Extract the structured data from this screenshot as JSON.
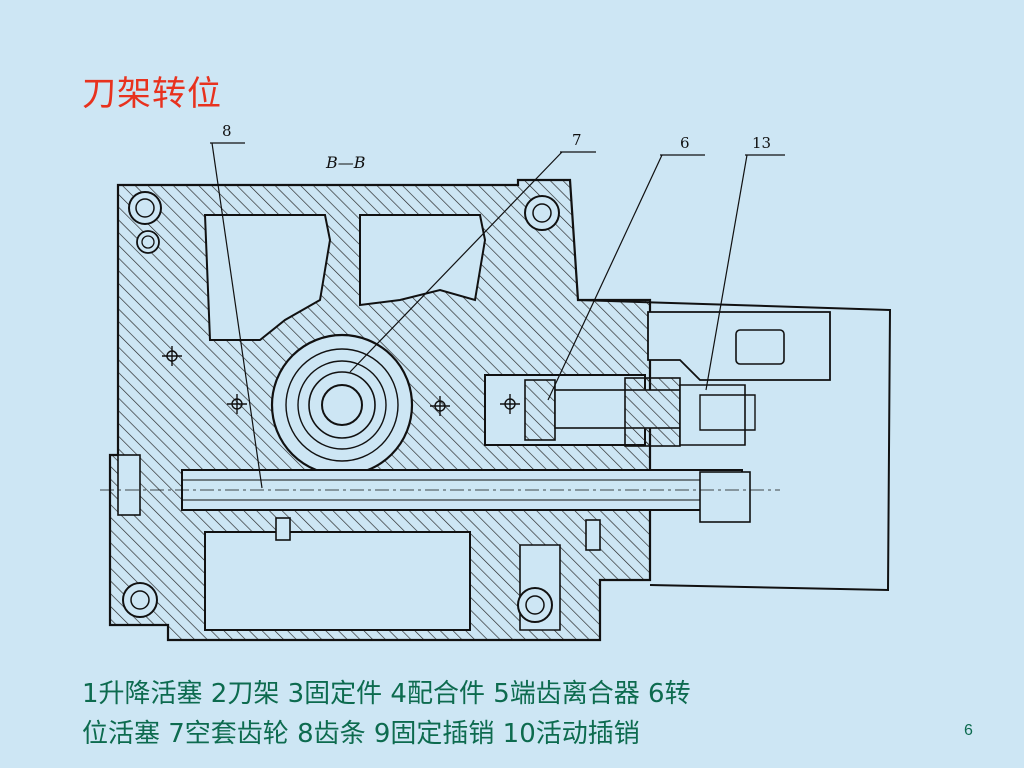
{
  "slide": {
    "title": "刀架转位",
    "page_number": "6"
  },
  "diagram": {
    "section_label": "B—B",
    "callouts": [
      "8",
      "7",
      "6",
      "13"
    ]
  },
  "caption": {
    "line1": "1升降活塞  2刀架 3固定件 4配合件 5端齿离合器 6转",
    "line2": "位活塞 7空套齿轮 8齿条 9固定插销 10活动插销"
  },
  "colors": {
    "background": "#cde6f4",
    "title": "#e8321e",
    "caption": "#0d6b4f",
    "drawing": "#111111"
  }
}
